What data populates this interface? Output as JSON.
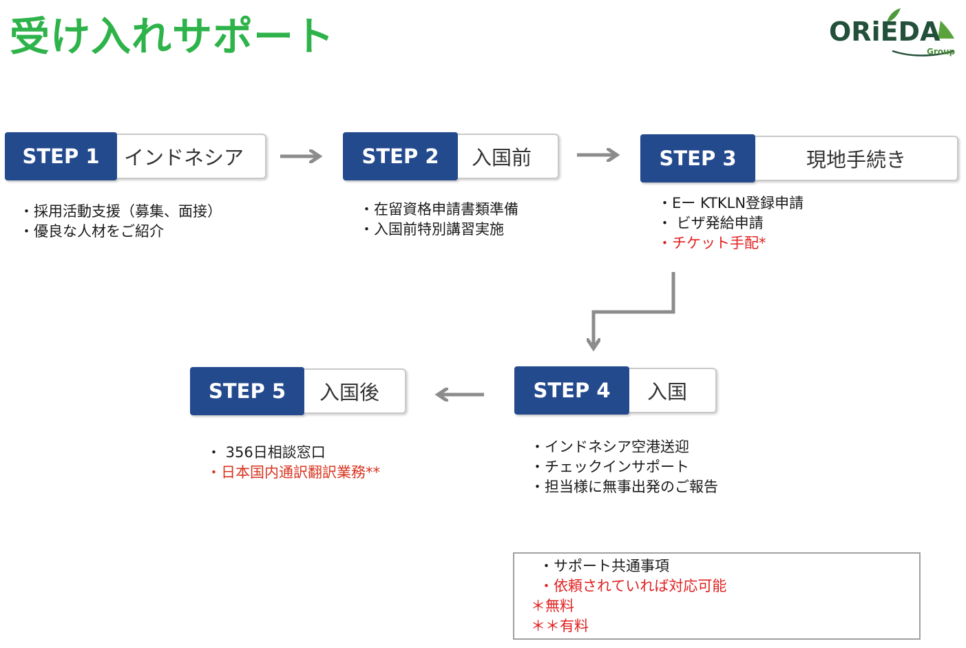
{
  "title": "受け入れサポート",
  "logo": {
    "text": "ORiEDA",
    "sub": "Group"
  },
  "steps": [
    {
      "badge": "STEP 1",
      "label": "インドネシア",
      "items": [
        "・採用活動支援（募集、面接）",
        "・優良な人材をご紹介"
      ]
    },
    {
      "badge": "STEP 2",
      "label": "入国前",
      "items": [
        "・在留資格申請書類準備",
        "・入国前特別講習実施"
      ]
    },
    {
      "badge": "STEP 3",
      "label": "現地手続き",
      "items": [
        "・Eー KTKLN登録申請",
        "・ ビザ発給申請",
        "・チケット手配*"
      ]
    },
    {
      "badge": "STEP 4",
      "label": "入国",
      "items": [
        "・インドネシア空港送迎",
        "・チェックインサポート",
        "・担当様に無事出発のご報告"
      ]
    },
    {
      "badge": "STEP 5",
      "label": "入国後",
      "items": [
        "・ 356日相談窓口",
        "・日本国内通訳翻訳業務**"
      ]
    }
  ],
  "legend": {
    "line1": "・サポート共通事項",
    "line2": "・依頼されていれば対応可能",
    "line3": "＊無料",
    "line4": "＊＊有料"
  },
  "colors": {
    "title": "#2eb34a",
    "badge": "#244a8e",
    "highlight": "#e02020",
    "arrow": "#8c8c8c"
  }
}
